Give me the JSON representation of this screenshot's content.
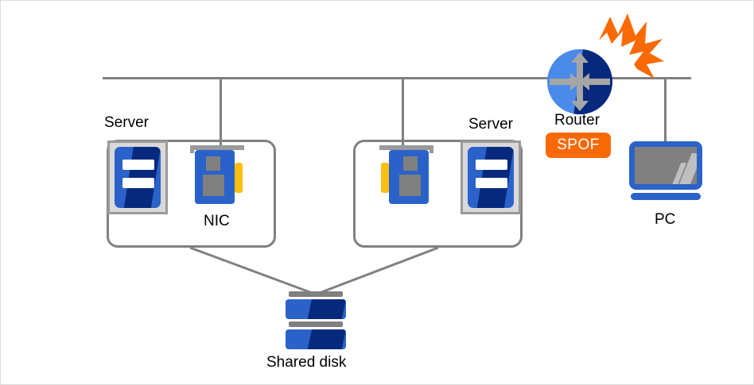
{
  "diagram": {
    "title": "Network topology with single point of failure",
    "background": "#ffffff",
    "border_color": "#dcdcdc"
  },
  "colors": {
    "wire": "#808080",
    "blue": "#2a62c9",
    "dark_blue": "#06297d",
    "light_blue": "#4a8ae8",
    "navy": "#06297d",
    "orange": "#f96a06",
    "yellow": "#ffbe10",
    "gray": "#808080",
    "light_gray": "#d9d9d9",
    "white": "#ffffff",
    "text": "#000000"
  },
  "labels": {
    "server_left": "Server",
    "server_right": "Server",
    "nic": "NIC",
    "router": "Router",
    "spof": "SPOF",
    "pc": "PC",
    "shared_disk": "Shared disk"
  },
  "nodes": [
    {
      "id": "server-left",
      "type": "server-group",
      "label": "Server"
    },
    {
      "id": "server-right",
      "type": "server-group",
      "label": "Server"
    },
    {
      "id": "router",
      "type": "router",
      "label": "Router",
      "badge": "SPOF"
    },
    {
      "id": "pc",
      "type": "laptop",
      "label": "PC"
    },
    {
      "id": "shared-disk",
      "type": "storage",
      "label": "Shared disk"
    }
  ],
  "icons": {
    "server": "server-tower-icon",
    "nic": "network-interface-card-icon",
    "router": "router-icon",
    "burst": "failure-burst-icon",
    "pc": "laptop-icon",
    "disk": "shared-disk-icon"
  }
}
